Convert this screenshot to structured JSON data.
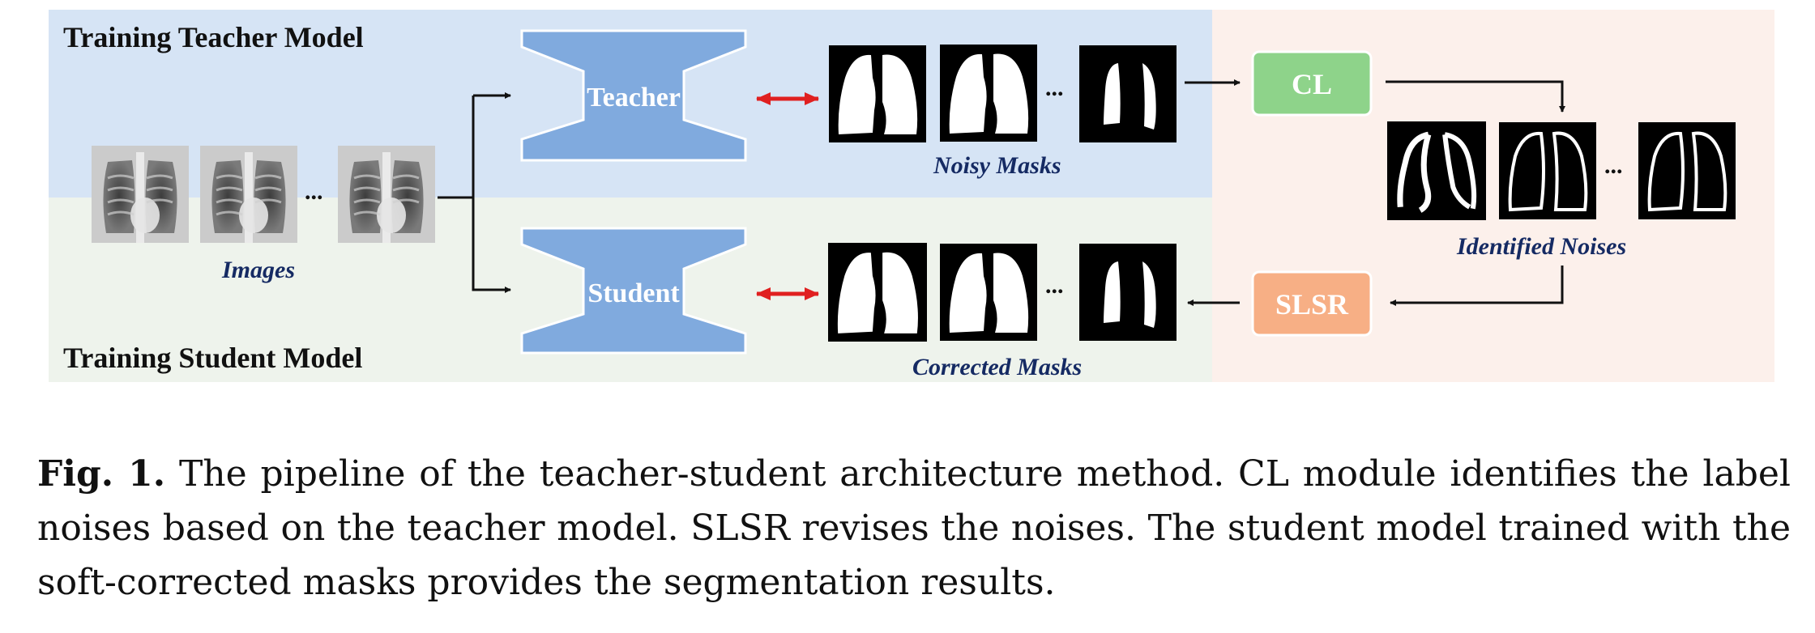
{
  "colors": {
    "top_band": "#d6e4f5",
    "bottom_band": "#eef3ec",
    "right_panel": "#fcf0eb",
    "network_block": "#80aade",
    "cl_box": "#8ed38a",
    "slsr_box": "#f7af85",
    "double_arrow": "#e02020"
  },
  "sections": {
    "top": "Training Teacher Model",
    "bottom": "Training Student Model"
  },
  "networks": {
    "teacher": "Teacher",
    "student": "Student"
  },
  "modules": {
    "cl": "CL",
    "slsr": "SLSR"
  },
  "labels": {
    "images": "Images",
    "noisy_masks": "Noisy Masks",
    "corrected_masks": "Corrected Masks",
    "identified_noises": "Identified Noises",
    "ellipsis": "..."
  },
  "caption": {
    "prefix": "Fig. 1.",
    "text": "The pipeline of the teacher-student architecture method. CL module identifies the label noises based on the teacher model. SLSR revises the noises. The student model trained with the soft-corrected masks provides the segmentation results."
  }
}
